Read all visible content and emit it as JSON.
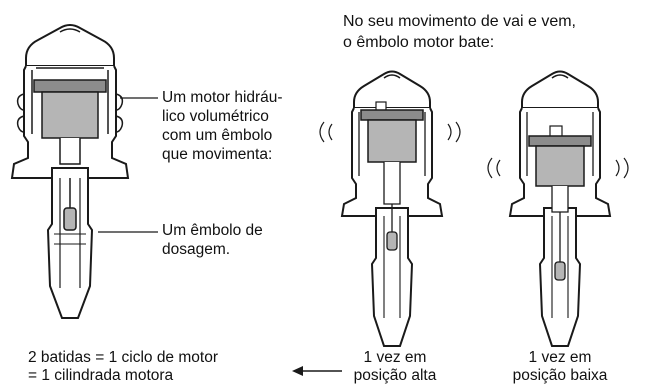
{
  "header": {
    "line1": "No seu movimento de vai e vem,",
    "line2": "o êmbolo motor bate:"
  },
  "labels": {
    "motor": [
      "Um motor hidráu-",
      "lico volumétrico",
      "com um êmbolo",
      "que movimenta:"
    ],
    "dosing": [
      "Um êmbolo de",
      "dosagem."
    ],
    "cycle": [
      "2 batidas = 1 ciclo de motor",
      "= 1 cilindrada motora"
    ],
    "high": [
      "1 vez em",
      "posição alta"
    ],
    "low": [
      "1 vez em",
      "posição baixa"
    ]
  },
  "colors": {
    "outline": "#1a1a1a",
    "piston": "#b5b5b5",
    "piston_top": "#8c8c8c",
    "background": "#ffffff"
  }
}
